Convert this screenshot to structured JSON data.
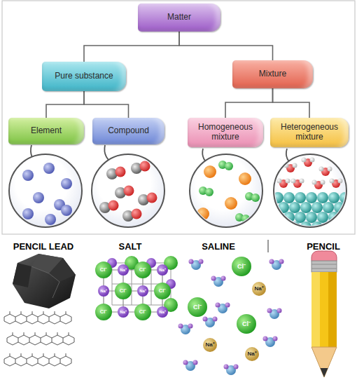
{
  "diagram": {
    "nodes": [
      {
        "text": [
          "Matter"
        ]
      },
      {
        "text": [
          "Pure substance"
        ]
      },
      {
        "text": [
          "Mixture"
        ]
      },
      {
        "text": [
          "Element"
        ]
      },
      {
        "text": [
          "Compound"
        ]
      },
      {
        "text": [
          "Homogeneous mixture"
        ]
      },
      {
        "text": [
          "Heterogeneous mixture"
        ]
      }
    ],
    "edges": [
      {
        "from": 0,
        "to": 1,
        "arrow": "none"
      },
      {
        "from": 0,
        "to": 2,
        "arrow": "none"
      },
      {
        "from": 1,
        "to": 3,
        "arrow": "none"
      },
      {
        "from": 1,
        "to": 4,
        "arrow": "none"
      },
      {
        "from": 2,
        "to": 5,
        "arrow": "none"
      },
      {
        "from": 2,
        "to": 6,
        "arrow": "none"
      }
    ],
    "labels": [
      "PENCIL LEAD",
      "SALT",
      "SALINE",
      "PENCIL",
      "Cl⁻",
      "Na⁺",
      "Cl⁻",
      "Na⁺",
      "Na⁺",
      "Cl⁻",
      "Na⁺",
      "Cl⁻",
      "Cl⁻",
      "Na⁺",
      "Cl⁻",
      "Na⁺",
      "Cl⁻",
      "Na⁺",
      "Cl⁻",
      "Cl⁻",
      "Na⁺",
      "Na⁺"
    ]
  }
}
